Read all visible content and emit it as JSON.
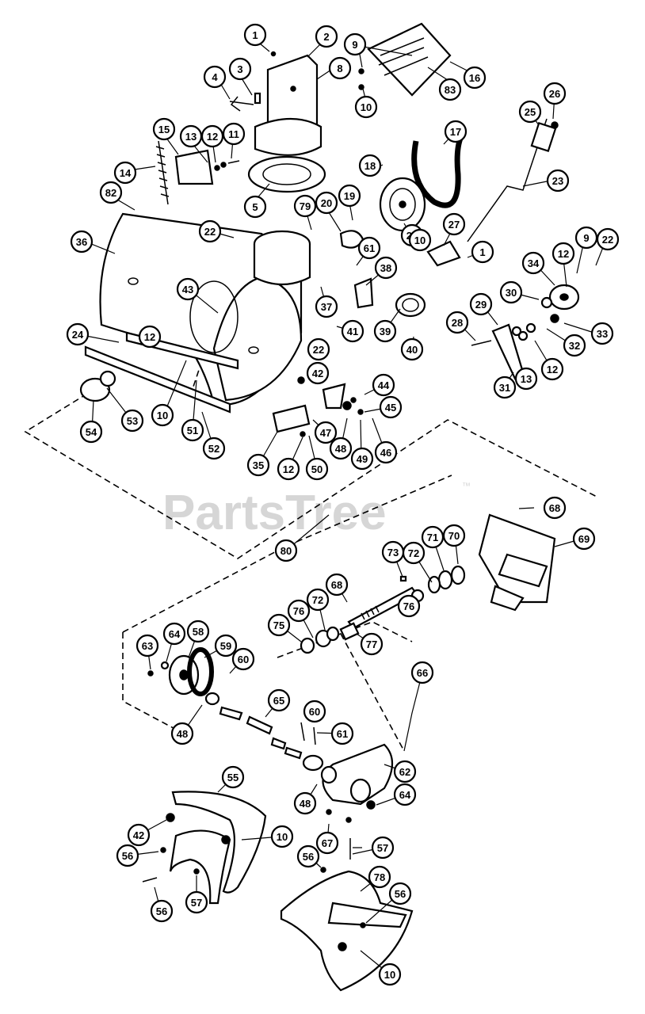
{
  "watermark": {
    "text": "PartsTree",
    "trademark": "™"
  },
  "callouts": [
    {
      "num": "1"
    },
    {
      "num": "2"
    },
    {
      "num": "3"
    },
    {
      "num": "4"
    },
    {
      "num": "8"
    },
    {
      "num": "9"
    },
    {
      "num": "16"
    },
    {
      "num": "83"
    },
    {
      "num": "10"
    },
    {
      "num": "15"
    },
    {
      "num": "13"
    },
    {
      "num": "12"
    },
    {
      "num": "11"
    },
    {
      "num": "14"
    },
    {
      "num": "5"
    },
    {
      "num": "17"
    },
    {
      "num": "18"
    },
    {
      "num": "25"
    },
    {
      "num": "26"
    },
    {
      "num": "23"
    },
    {
      "num": "82"
    },
    {
      "num": "79"
    },
    {
      "num": "20"
    },
    {
      "num": "19"
    },
    {
      "num": "21"
    },
    {
      "num": "27"
    },
    {
      "num": "22"
    },
    {
      "num": "36"
    },
    {
      "num": "10"
    },
    {
      "num": "1"
    },
    {
      "num": "61"
    },
    {
      "num": "38"
    },
    {
      "num": "34"
    },
    {
      "num": "12"
    },
    {
      "num": "9"
    },
    {
      "num": "22"
    },
    {
      "num": "43"
    },
    {
      "num": "37"
    },
    {
      "num": "30"
    },
    {
      "num": "41"
    },
    {
      "num": "39"
    },
    {
      "num": "29"
    },
    {
      "num": "28"
    },
    {
      "num": "33"
    },
    {
      "num": "24"
    },
    {
      "num": "12"
    },
    {
      "num": "22"
    },
    {
      "num": "40"
    },
    {
      "num": "32"
    },
    {
      "num": "42"
    },
    {
      "num": "13"
    },
    {
      "num": "12"
    },
    {
      "num": "31"
    },
    {
      "num": "44"
    },
    {
      "num": "53"
    },
    {
      "num": "10"
    },
    {
      "num": "51"
    },
    {
      "num": "45"
    },
    {
      "num": "54"
    },
    {
      "num": "35"
    },
    {
      "num": "47"
    },
    {
      "num": "52"
    },
    {
      "num": "48"
    },
    {
      "num": "49"
    },
    {
      "num": "46"
    },
    {
      "num": "12"
    },
    {
      "num": "50"
    },
    {
      "num": "68"
    },
    {
      "num": "80"
    },
    {
      "num": "70"
    },
    {
      "num": "71"
    },
    {
      "num": "69"
    },
    {
      "num": "73"
    },
    {
      "num": "72"
    },
    {
      "num": "68"
    },
    {
      "num": "76"
    },
    {
      "num": "72"
    },
    {
      "num": "75"
    },
    {
      "num": "76"
    },
    {
      "num": "77"
    },
    {
      "num": "66"
    },
    {
      "num": "63"
    },
    {
      "num": "64"
    },
    {
      "num": "58"
    },
    {
      "num": "59"
    },
    {
      "num": "60"
    },
    {
      "num": "65"
    },
    {
      "num": "60"
    },
    {
      "num": "61"
    },
    {
      "num": "48"
    },
    {
      "num": "62"
    },
    {
      "num": "55"
    },
    {
      "num": "48"
    },
    {
      "num": "64"
    },
    {
      "num": "42"
    },
    {
      "num": "10"
    },
    {
      "num": "67"
    },
    {
      "num": "56"
    },
    {
      "num": "56"
    },
    {
      "num": "57"
    },
    {
      "num": "78"
    },
    {
      "num": "56"
    },
    {
      "num": "57"
    },
    {
      "num": "56"
    },
    {
      "num": "10"
    }
  ]
}
